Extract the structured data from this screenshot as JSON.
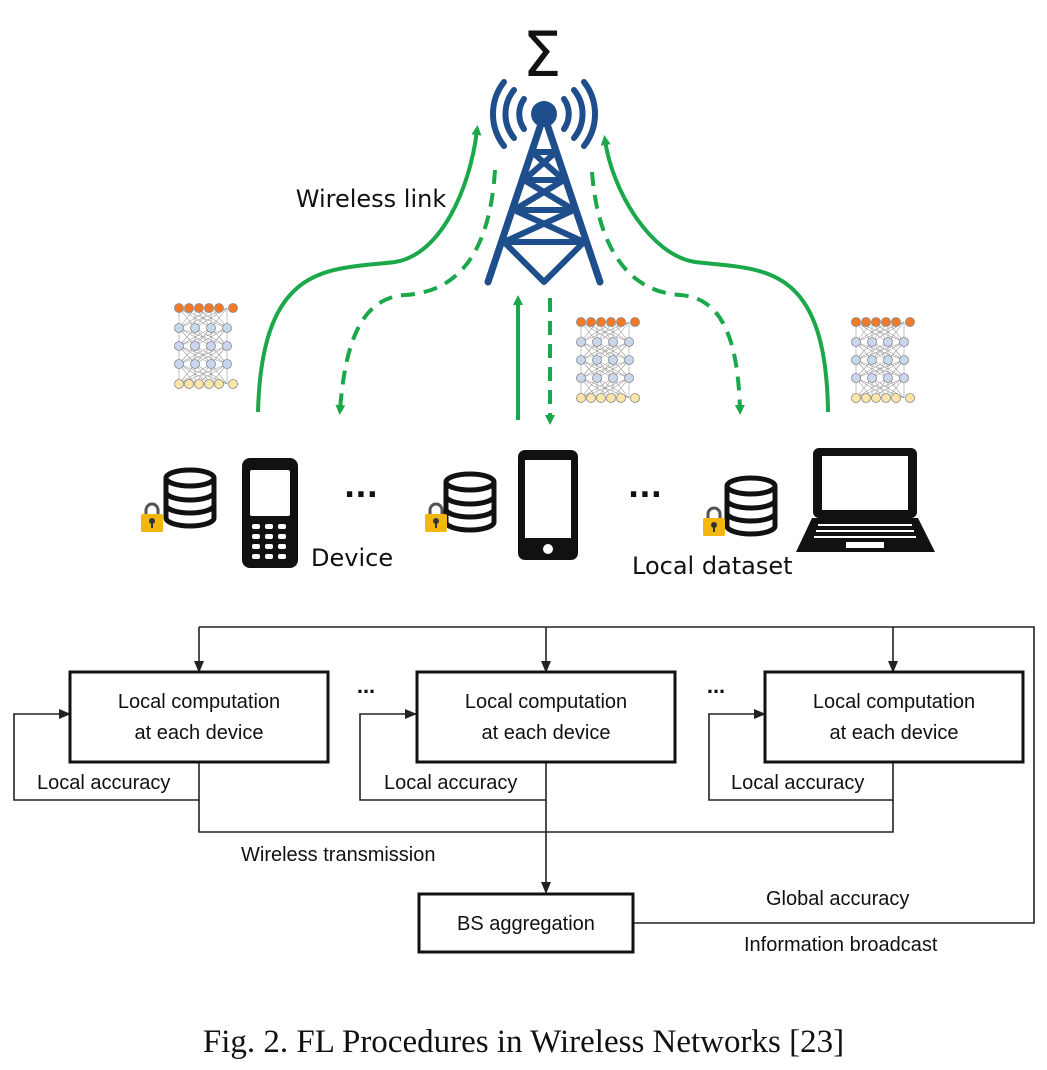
{
  "top": {
    "sigma_symbol": "Σ",
    "wireless_link_label": "Wireless link",
    "device_label": "Device",
    "local_dataset_label": "Local dataset",
    "ellipsis_1": "...",
    "ellipsis_2": "...",
    "devices": [
      "feature-phone-icon",
      "smartphone-icon",
      "laptop-icon"
    ],
    "icons": [
      "base-station-tower-icon",
      "database-icon",
      "lock-icon",
      "neural-network-icon"
    ],
    "colors": {
      "link_green": "#1aa84a",
      "tower_blue": "#1f4e8c",
      "lock_gold": "#f2b80f"
    }
  },
  "flow": {
    "local_computation_line1": "Local computation",
    "local_computation_line2": "at each device",
    "local_accuracy": "Local accuracy",
    "ellipsis": "...",
    "wireless_transmission": "Wireless transmission",
    "bs_aggregation": "BS aggregation",
    "global_accuracy": "Global accuracy",
    "information_broadcast": "Information broadcast"
  },
  "caption": "Fig. 2.  FL Procedures in Wireless Networks [23]"
}
